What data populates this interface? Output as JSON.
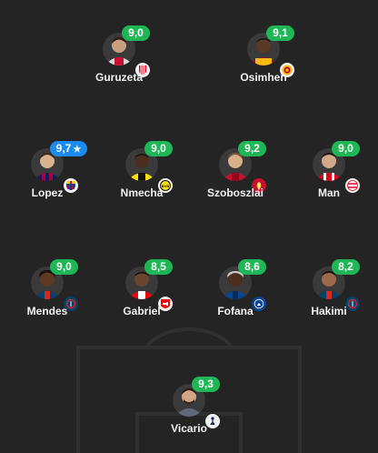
{
  "colors": {
    "background": "#242424",
    "pitch_lines": "#303030",
    "rating_green": "#1fb756",
    "rating_blue": "#1a8cf0"
  },
  "players": [
    {
      "id": "guruzeta",
      "name": "Guruzeta",
      "rating": "9,0",
      "star": false,
      "badge": "athletic-club-icon"
    },
    {
      "id": "osimhen",
      "name": "Osimhen",
      "rating": "9,1",
      "star": false,
      "badge": "galatasaray-icon"
    },
    {
      "id": "lopez",
      "name": "Lopez",
      "rating": "9,7",
      "star": true,
      "badge": "barcelona-icon"
    },
    {
      "id": "nmecha",
      "name": "Nmecha",
      "rating": "9,0",
      "star": false,
      "badge": "dortmund-icon"
    },
    {
      "id": "szoboszlai",
      "name": "Szoboszlai",
      "rating": "9,2",
      "star": false,
      "badge": "liverpool-icon"
    },
    {
      "id": "man",
      "name": "Man",
      "rating": "9,0",
      "star": false,
      "badge": "psv-icon"
    },
    {
      "id": "mendes",
      "name": "Mendes",
      "rating": "9,0",
      "star": false,
      "badge": "psg-icon"
    },
    {
      "id": "gabriel",
      "name": "Gabriel",
      "rating": "8,5",
      "star": false,
      "badge": "arsenal-icon"
    },
    {
      "id": "fofana",
      "name": "Fofana",
      "rating": "8,6",
      "star": false,
      "badge": "chelsea-icon"
    },
    {
      "id": "hakimi",
      "name": "Hakimi",
      "rating": "8,2",
      "star": false,
      "badge": "psg-icon"
    },
    {
      "id": "vicario",
      "name": "Vicario",
      "rating": "9,3",
      "star": false,
      "badge": "tottenham-icon"
    }
  ]
}
